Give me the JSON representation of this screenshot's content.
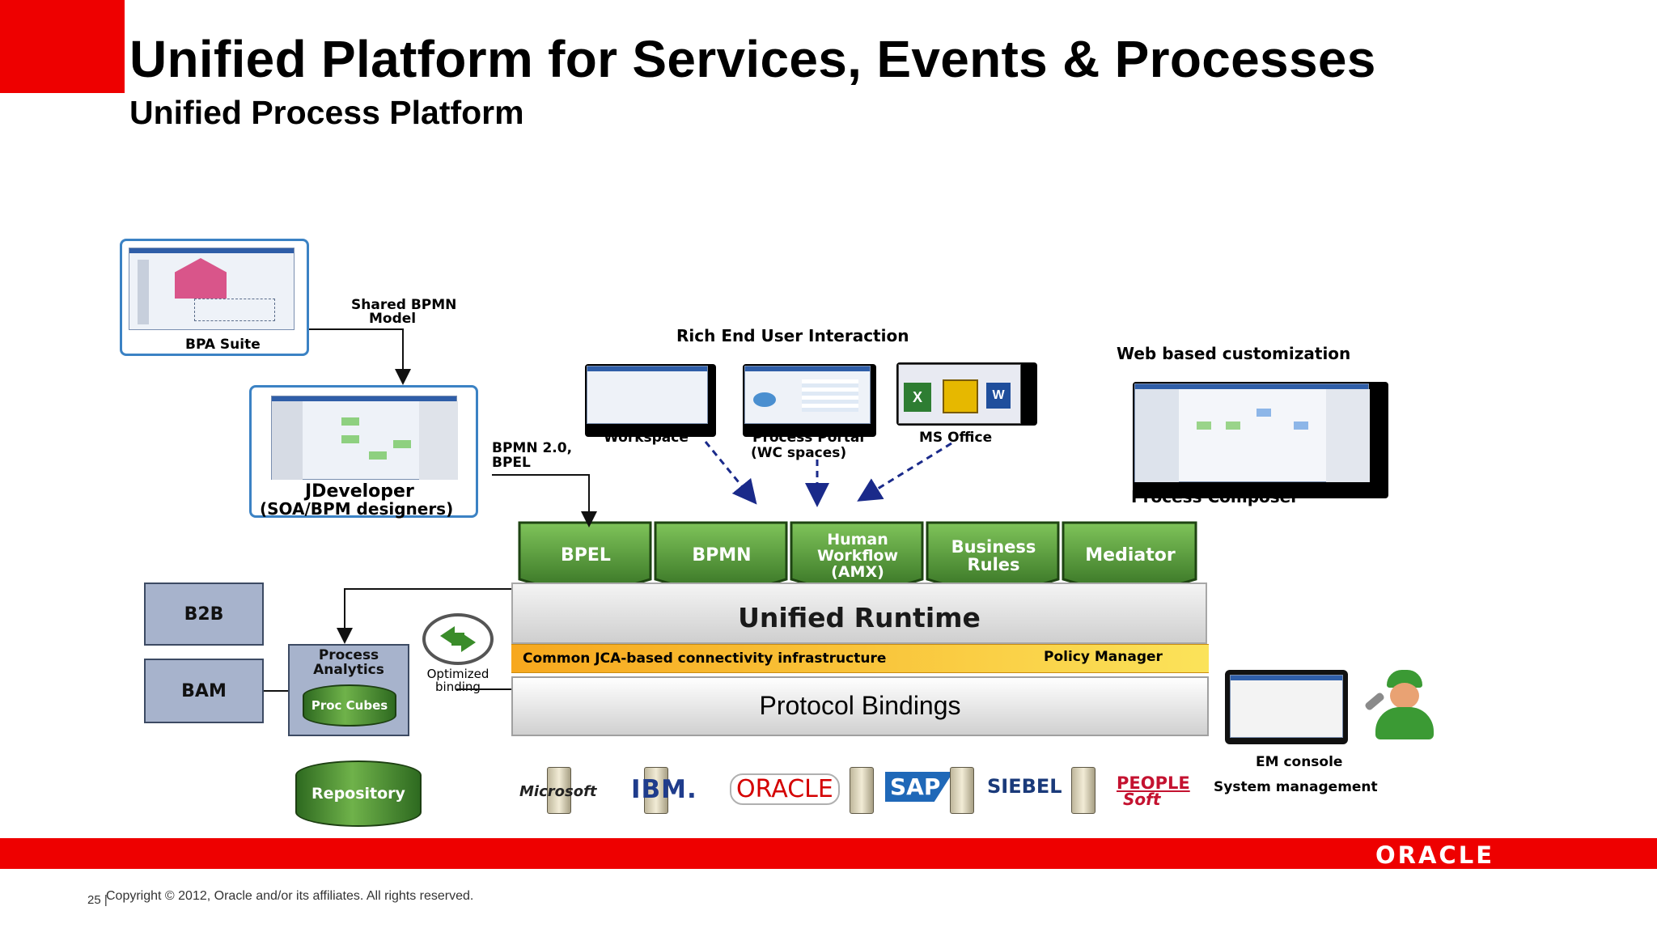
{
  "slide": {
    "title": "Unified Platform for Services, Events & Processes",
    "subtitle": "Unified Process Platform"
  },
  "diagram": {
    "bpa_suite": "BPA Suite",
    "shared_bpmn_line1": "Shared BPMN",
    "shared_bpmn_line2": "Model",
    "jdeveloper_line1": "JDeveloper",
    "jdeveloper_line2": "(SOA/BPM designers)",
    "bpmn_bpel_line1": "BPMN 2.0,",
    "bpmn_bpel_line2": "BPEL",
    "rich_end_user": "Rich End User Interaction",
    "workspace": "Workspace",
    "process_portal_line1": "Process Portal",
    "process_portal_line2": "(WC spaces)",
    "ms_office": "MS Office",
    "web_customization": "Web based customization",
    "process_composer": "Process Composer",
    "engines": [
      {
        "line1": "BPEL",
        "line2": "",
        "line3": ""
      },
      {
        "line1": "BPMN",
        "line2": "",
        "line3": ""
      },
      {
        "line1": "Human",
        "line2": "Workflow",
        "line3": "(AMX)"
      },
      {
        "line1": "Business",
        "line2": "Rules",
        "line3": ""
      },
      {
        "line1": "Mediator",
        "line2": "",
        "line3": ""
      }
    ],
    "unified_runtime": "Unified Runtime",
    "jca": "Common JCA-based connectivity infrastructure",
    "policy_manager": "Policy Manager",
    "protocol_bindings": "Protocol Bindings",
    "b2b": "B2B",
    "bam": "BAM",
    "process_analytics_line1": "Process",
    "process_analytics_line2": "Analytics",
    "proc_cubes": "Proc Cubes",
    "optimized_line1": "Optimized",
    "optimized_line2": "binding",
    "repository": "Repository",
    "vendors": {
      "microsoft": "Microsoft",
      "ibm": "IBM.",
      "oracle": "ORACLE",
      "sap": "SAP",
      "siebel": "SIEBEL",
      "peoplesoft_line1": "PEOPLE",
      "peoplesoft_line2": "Soft"
    },
    "em_console": "EM console",
    "system_management": "System management"
  },
  "footer": {
    "logo": "ORACLE",
    "page_number": "25 |",
    "copyright": "Copyright © 2012, Oracle and/or its affiliates. All rights reserved."
  },
  "colors": {
    "oracle_red": "#ee0000",
    "engine_green": "#4e8a32",
    "frame_blue": "#3b82c4",
    "jca_orange": "#f9c43a"
  }
}
